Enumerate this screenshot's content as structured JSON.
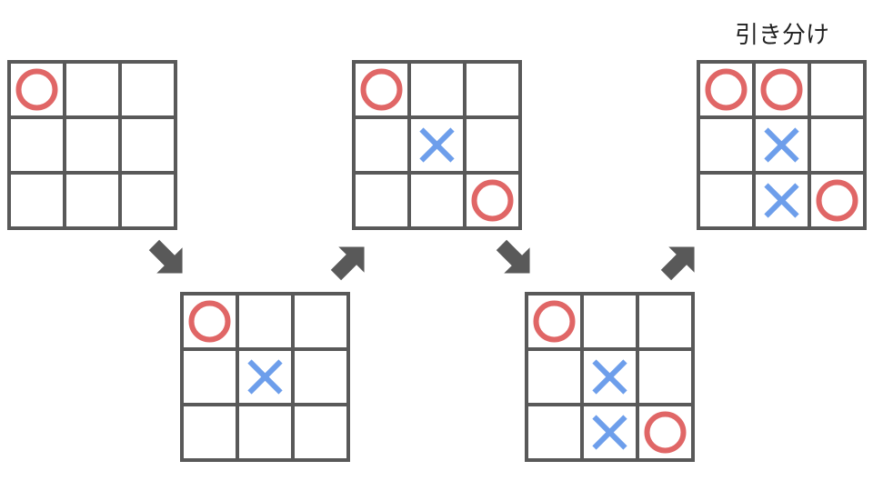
{
  "result_label": "引き分け",
  "colors": {
    "grid": "#595959",
    "circle": "#e06666",
    "cross": "#6d9eeb",
    "arrow": "#595959",
    "background": "#ffffff"
  },
  "boards": [
    {
      "step": 1,
      "cells": [
        "O",
        "",
        "",
        "",
        "",
        "",
        "",
        "",
        ""
      ]
    },
    {
      "step": 2,
      "cells": [
        "O",
        "",
        "",
        "",
        "X",
        "",
        "",
        "",
        ""
      ]
    },
    {
      "step": 3,
      "cells": [
        "O",
        "",
        "",
        "",
        "X",
        "",
        "",
        "",
        "O"
      ]
    },
    {
      "step": 4,
      "cells": [
        "O",
        "",
        "",
        "",
        "X",
        "",
        "",
        "X",
        "O"
      ]
    },
    {
      "step": 5,
      "cells": [
        "O",
        "O",
        "",
        "",
        "X",
        "",
        "",
        "X",
        "O"
      ]
    }
  ],
  "arrows": [
    {
      "from": 1,
      "to": 2,
      "direction": "down"
    },
    {
      "from": 2,
      "to": 3,
      "direction": "up"
    },
    {
      "from": 3,
      "to": 4,
      "direction": "down"
    },
    {
      "from": 4,
      "to": 5,
      "direction": "up"
    }
  ]
}
